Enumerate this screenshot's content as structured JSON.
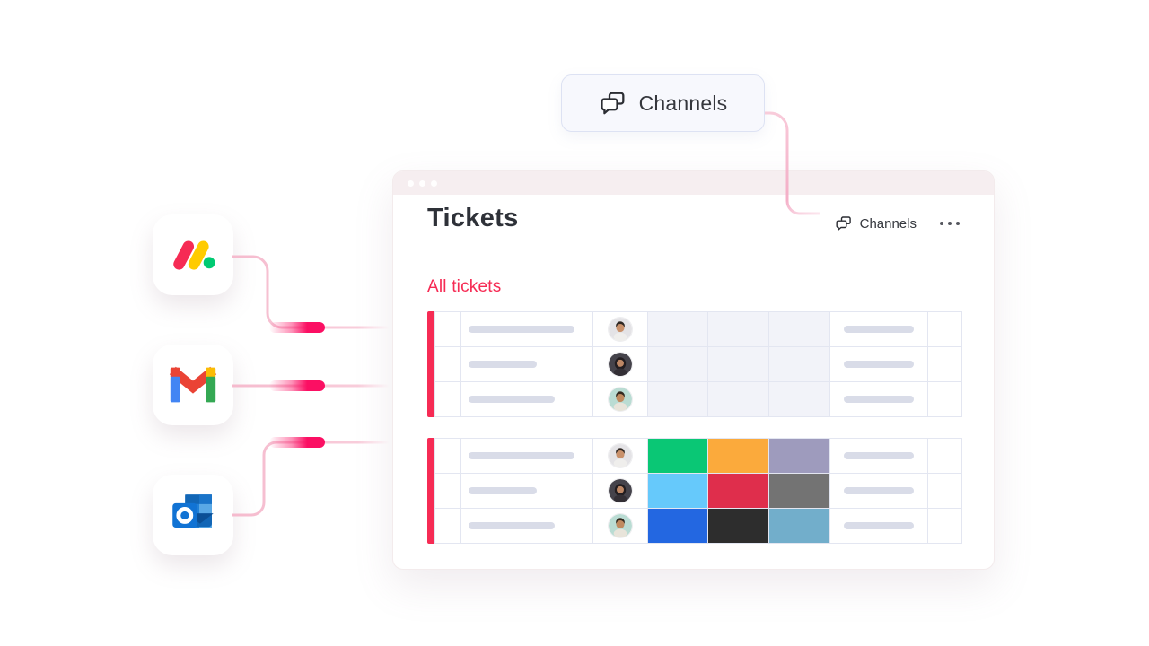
{
  "channels_chip": {
    "label": "Channels",
    "icon": "chat-bubbles-icon"
  },
  "window": {
    "traffic_dots": 3,
    "title": "Tickets",
    "toolbar": {
      "channels_label": "Channels",
      "channels_icon": "chat-bubbles-icon",
      "menu_icon": "ellipsis-icon"
    },
    "section_label": "All tickets"
  },
  "integrations": [
    {
      "name": "monday",
      "icon": "monday-icon"
    },
    {
      "name": "gmail",
      "icon": "gmail-icon"
    },
    {
      "name": "outlook",
      "icon": "outlook-icon"
    }
  ],
  "colors": {
    "accent_pink": "#f62b54",
    "section_label": "#f62b54",
    "window_header": "#f6eef0",
    "grid_line": "#e3e6f1",
    "empty_cell": "#f2f3f9",
    "placeholder_pill": "#d9dce8",
    "connector_line": "#f5b7cb",
    "packet_pink": "#fb0f63"
  },
  "board": {
    "group1": {
      "rows": [
        {
          "avatar": "avatar-man-gray",
          "title_width": "long"
        },
        {
          "avatar": "avatar-woman-dark",
          "title_width": "short"
        },
        {
          "avatar": "avatar-person-teal",
          "title_width": "medium"
        }
      ]
    },
    "group2": {
      "rows": [
        {
          "avatar": "avatar-man-gray",
          "title_width": "long"
        },
        {
          "avatar": "avatar-woman-dark",
          "title_width": "short"
        },
        {
          "avatar": "avatar-person-teal",
          "title_width": "medium"
        }
      ]
    },
    "status_colors": [
      [
        "#0ac775",
        "#fbaa3c",
        "#9e9bbd"
      ],
      [
        "#66c9fb",
        "#df2e4c",
        "#737373"
      ],
      [
        "#2367e1",
        "#2d2d2d",
        "#72aecb"
      ]
    ]
  }
}
